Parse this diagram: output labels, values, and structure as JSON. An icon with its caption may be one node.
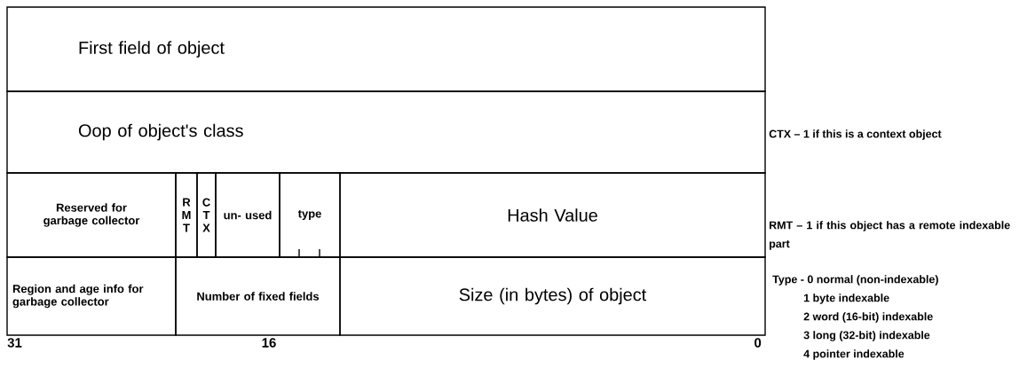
{
  "diagram": {
    "nodes": [
      {
        "text": [
          "First field of object"
        ]
      },
      {
        "text": [
          "Oop of object's class"
        ]
      },
      {
        "text": [
          "Reserved for garbage collector"
        ]
      },
      {
        "text": [
          "R M T"
        ]
      },
      {
        "text": [
          "C T X"
        ]
      },
      {
        "text": [
          "un- used"
        ]
      },
      {
        "text": [
          "type"
        ]
      },
      {
        "text": [
          "Hash Value"
        ]
      },
      {
        "text": [
          "Region and age info for garbage collector"
        ]
      },
      {
        "text": [
          "Number of fixed fields"
        ]
      },
      {
        "text": [
          "Size (in bytes) of object"
        ]
      }
    ],
    "labels": [
      "31",
      "16",
      "0",
      "CTX – 1 if this is a context object",
      "RMT – 1 if this object has a remote indexable part",
      "Type - 0 normal (non-indexable)",
      "1 byte indexable",
      "2 word (16-bit) indexable",
      "3 long (32-bit) indexable",
      "4 pointer indexable"
    ]
  }
}
